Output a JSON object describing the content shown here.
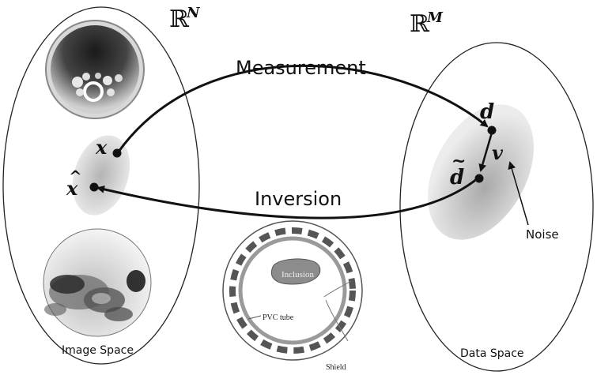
{
  "image_space": {
    "symbol": "ℝ",
    "superscript": "N",
    "caption": "Image Space",
    "x_label": "x",
    "xhat_label": "x",
    "xhat_accent": "^"
  },
  "data_space": {
    "symbol": "ℝ",
    "superscript": "M",
    "caption": "Data Space",
    "d_label": "d",
    "dtilde_label": "d",
    "dtilde_accent": "~",
    "v_label": "v",
    "noise_label": "Noise"
  },
  "arrows": {
    "measurement_label": "Measurement",
    "inversion_label": "Inversion"
  },
  "phantom": {
    "inclusion_label": "Inclusion",
    "tube_label": "PVC tube",
    "shield_label": "Shield"
  },
  "colors": {
    "ink": "#111111",
    "cloud": "#c8c8c8",
    "tube": "#9a9a9a",
    "shield": "#666666"
  }
}
